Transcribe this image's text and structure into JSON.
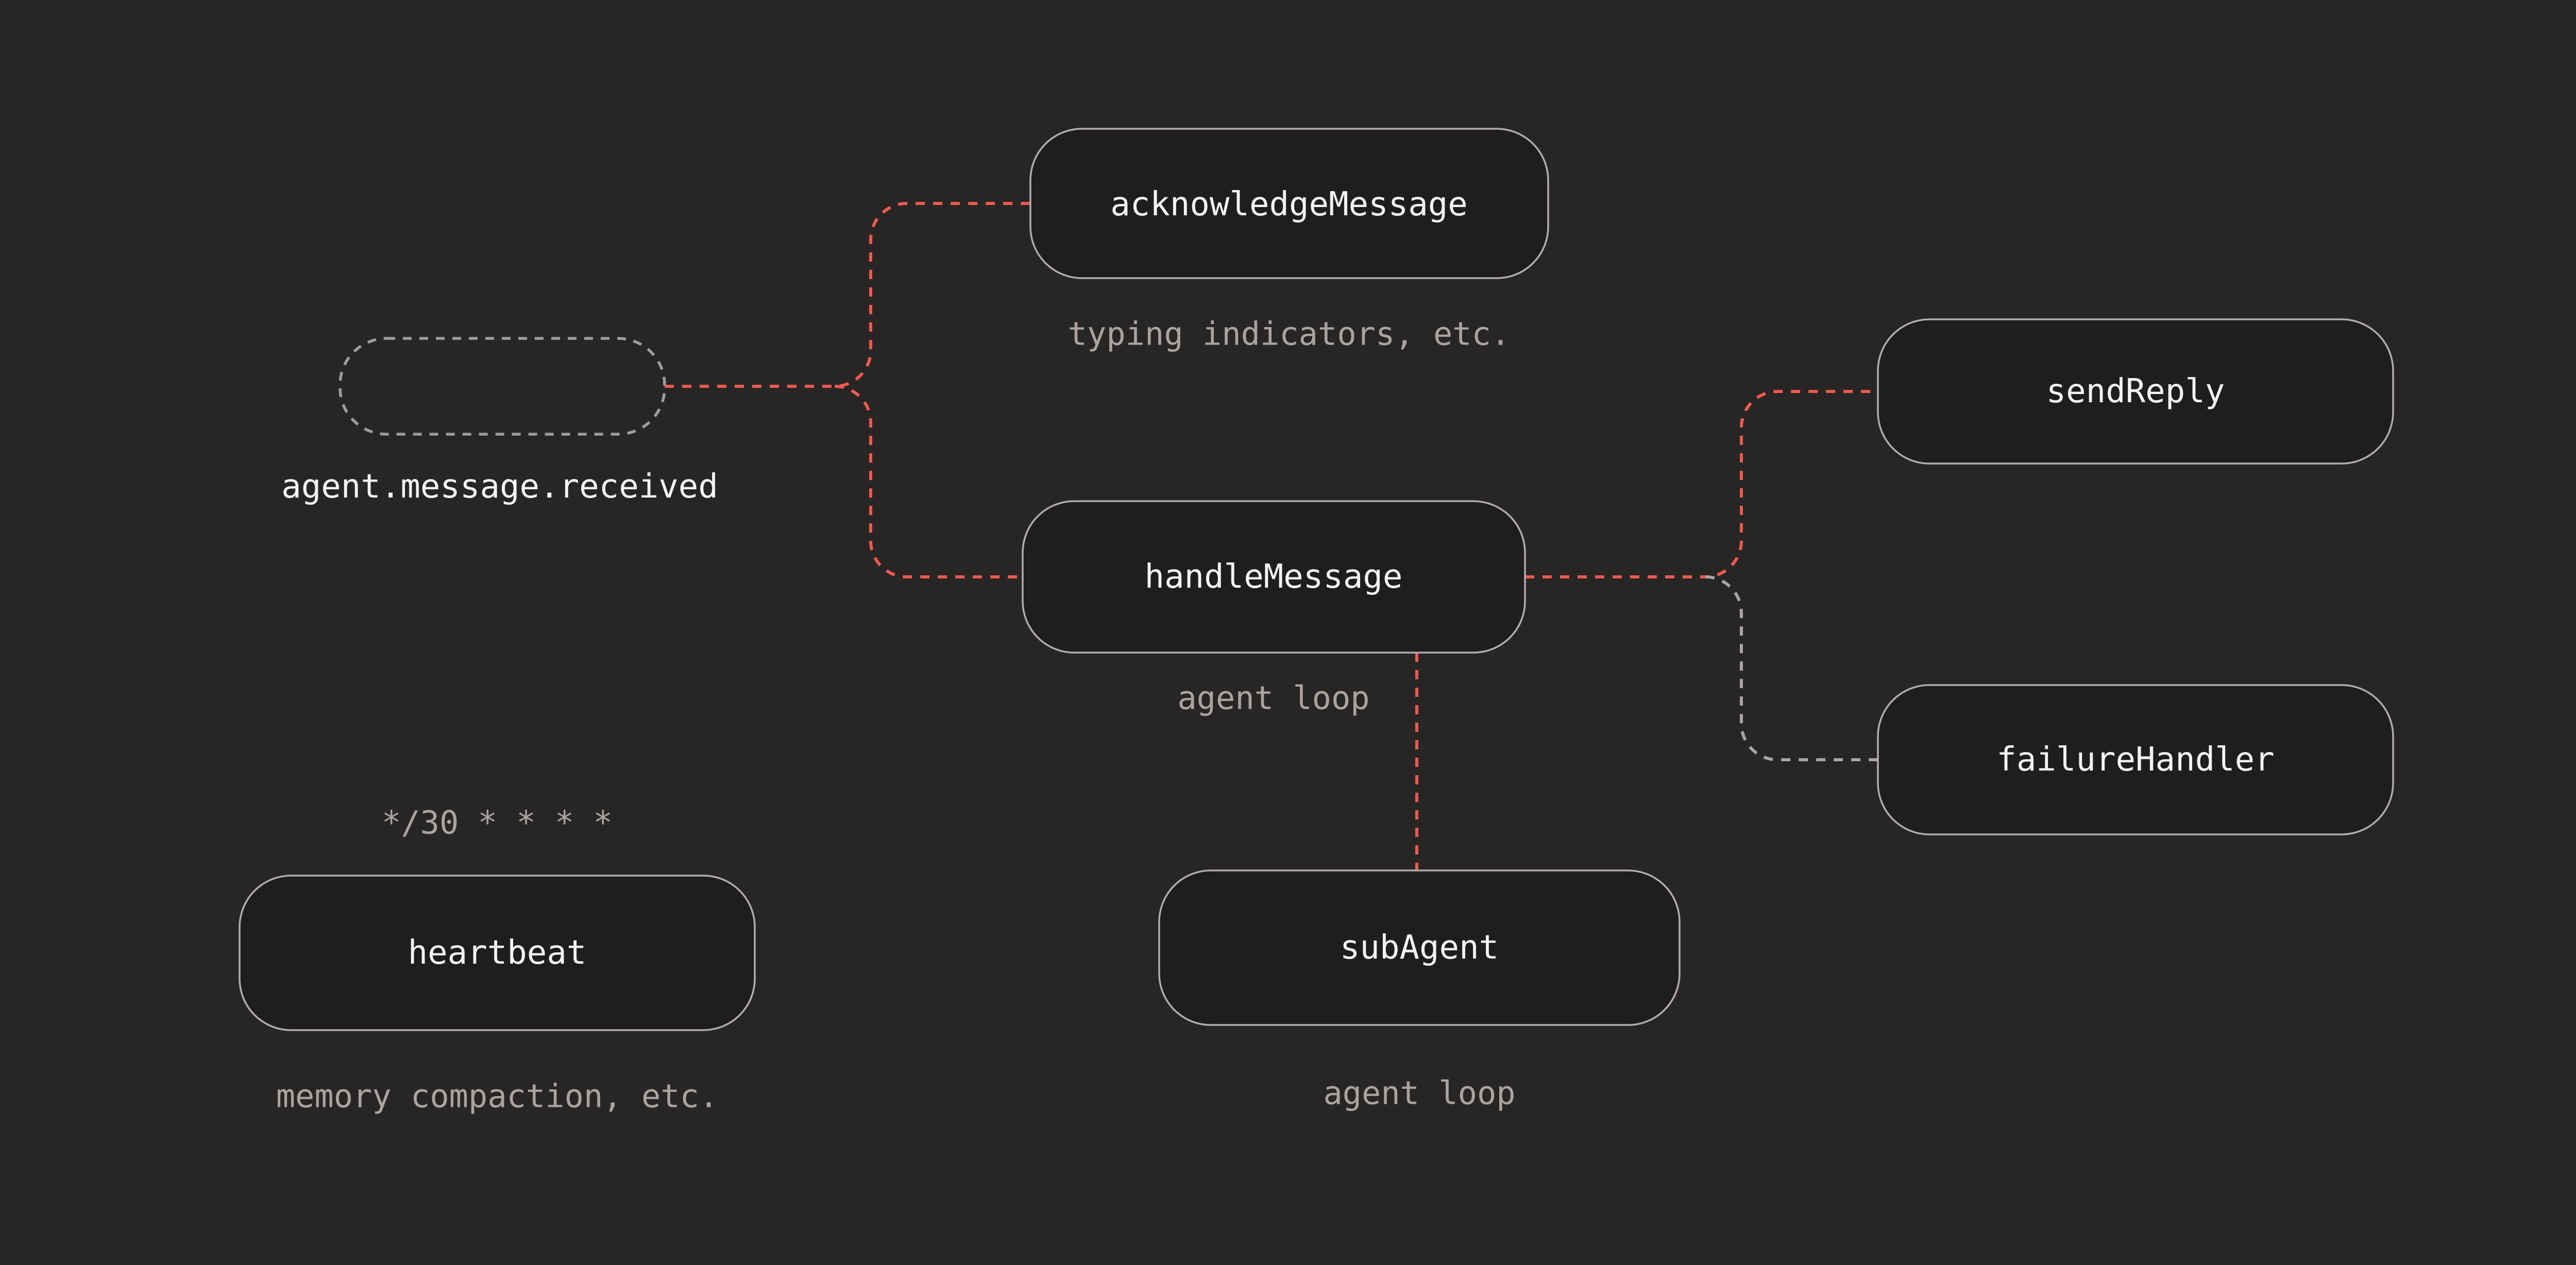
{
  "colors": {
    "background": "#282525",
    "node_fill": "#1f1d1d",
    "node_border": "#b2adad",
    "event_border": "#9f9c9c",
    "edge_red": "#ee5a4f",
    "edge_gray": "#a9a5a5",
    "label_text": "#f5f2f2",
    "caption_text": "#a9a4a1"
  },
  "nodes": {
    "event": {
      "label": "",
      "caption": "agent.message.received"
    },
    "acknowledge_message": {
      "label": "acknowledgeMessage",
      "caption": "typing indicators, etc."
    },
    "handle_message": {
      "label": "handleMessage",
      "caption": "agent loop"
    },
    "send_reply": {
      "label": "sendReply"
    },
    "failure_handler": {
      "label": "failureHandler"
    },
    "heartbeat": {
      "label": "heartbeat",
      "cron": "*/30 * * * *",
      "caption": "memory compaction, etc."
    },
    "sub_agent": {
      "label": "subAgent",
      "caption": "agent loop"
    }
  },
  "edges": [
    {
      "from": "event",
      "to": "acknowledgeMessage",
      "style": "dashed",
      "color": "#ee5a4f"
    },
    {
      "from": "event",
      "to": "handleMessage",
      "style": "dashed",
      "color": "#ee5a4f"
    },
    {
      "from": "handleMessage",
      "to": "sendReply",
      "style": "dashed",
      "color": "#ee5a4f"
    },
    {
      "from": "handleMessage",
      "to": "failureHandler",
      "style": "dashed",
      "color": "#a9a5a5"
    },
    {
      "from": "handleMessage",
      "to": "subAgent",
      "style": "dashed",
      "color": "#ee5a4f"
    }
  ]
}
